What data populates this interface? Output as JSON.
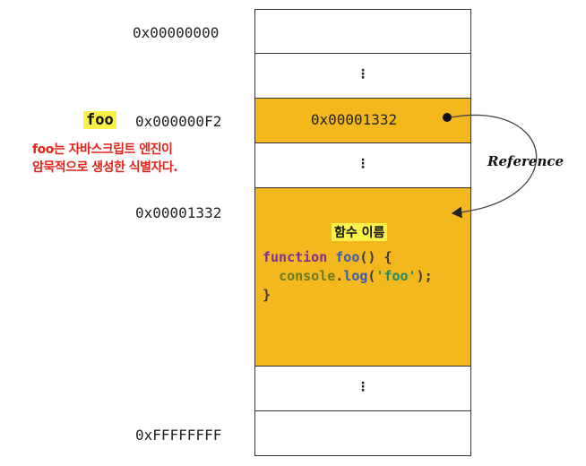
{
  "addresses": {
    "top": "0x00000000",
    "foo_addr": "0x000000F2",
    "func_addr": "0x00001332",
    "bottom": "0xFFFFFFFF"
  },
  "identifier": "foo",
  "note_lines": [
    "foo는 자바스크립트 엔진이",
    "암묵적으로 생성한 식별자다."
  ],
  "cells": {
    "dots": "⋮",
    "foo_value": "0x00001332",
    "function_title": "함수 이름"
  },
  "code": {
    "keyword": "function",
    "name": "foo",
    "parens": "() {",
    "obj": "console",
    "dot": ".",
    "method": "log",
    "open": "(",
    "string": "'foo'",
    "close": ");",
    "end": "}"
  },
  "reference_label": "Reference",
  "colors": {
    "cell_yellow": "#f3b81d",
    "highlight": "#fbef4a",
    "note_red": "#e0261c"
  }
}
